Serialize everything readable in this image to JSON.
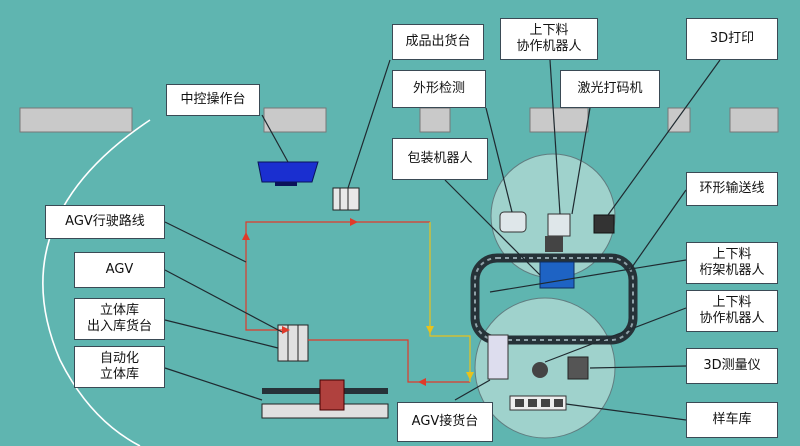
{
  "labels": {
    "finished_shipping": "成品出货台",
    "loading_cobot_top": "上下料\n协作机器人",
    "print_3d": "3D打印",
    "central_console": "中控操作台",
    "shape_inspection": "外形检测",
    "laser_marking": "激光打码机",
    "packaging_robot": "包装机器人",
    "ring_conveyor": "环形输送线",
    "agv_path": "AGV行驶路线",
    "gantry_robot": "上下料\n桁架机器人",
    "agv": "AGV",
    "cobot_bottom": "上下料\n协作机器人",
    "warehouse_io": "立体库\n出入库货台",
    "measure_3d": "3D测量仪",
    "auto_warehouse": "自动化\n立体库",
    "agv_receiving": "AGV接货台",
    "sample_library": "样车库"
  },
  "colors": {
    "background": "#5fb5b0",
    "agv_route_red": "#e03a2a",
    "agv_route_yellow": "#e8c21c",
    "console_blue": "#1a2fd0",
    "conveyor": "#263238",
    "zone_fill": "#9fd2cc"
  }
}
